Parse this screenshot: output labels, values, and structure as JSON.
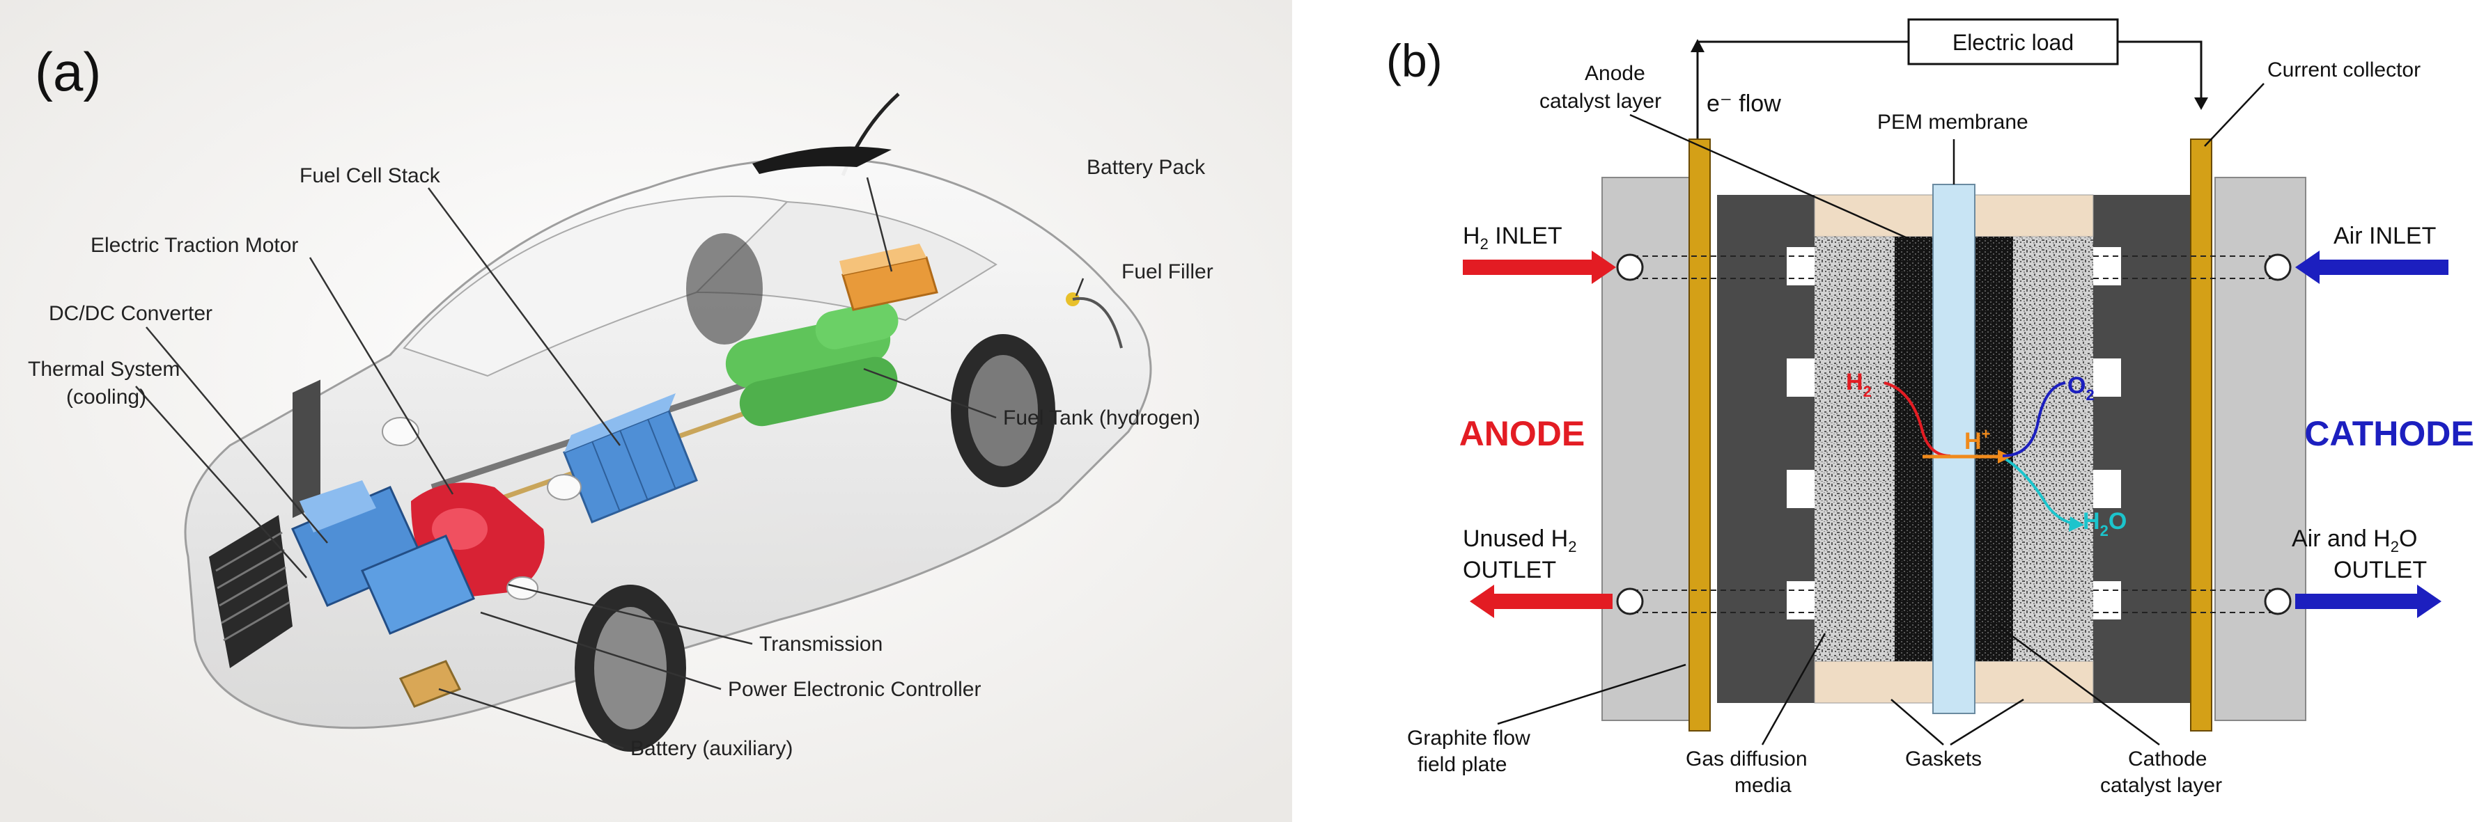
{
  "panel_a": {
    "label": "(a)",
    "callouts": {
      "fuel_cell_stack": "Fuel Cell Stack",
      "battery_pack": "Battery Pack",
      "electric_traction_motor": "Electric Traction Motor",
      "fuel_filler": "Fuel Filler",
      "dcdc_converter": "DC/DC Converter",
      "thermal_system": "Thermal System",
      "thermal_system_sub": "(cooling)",
      "fuel_tank": "Fuel Tank (hydrogen)",
      "transmission": "Transmission",
      "power_electronic_controller": "Power Electronic Controller",
      "battery_auxiliary": "Battery (auxiliary)"
    }
  },
  "panel_b": {
    "label": "(b)",
    "electric_load": "Electric load",
    "anode_catalyst_layer_1": "Anode",
    "anode_catalyst_layer_2": "catalyst layer",
    "e_flow": "e⁻ flow",
    "pem_membrane": "PEM membrane",
    "current_collector": "Current collector",
    "h2_inlet": {
      "main": "H",
      "sub": "2",
      "rest": " INLET"
    },
    "air_inlet": "Air INLET",
    "anode": "ANODE",
    "cathode": "CATHODE",
    "unused_h2": {
      "main": "Unused H",
      "sub": "2"
    },
    "outlet_left": "OUTLET",
    "air_h2o": {
      "main": "Air and H",
      "sub": "2",
      "rest": "O"
    },
    "outlet_right": "OUTLET",
    "species": {
      "h2": {
        "main": "H",
        "sub": "2"
      },
      "h_plus": {
        "main": "H",
        "sup": "+"
      },
      "o2": {
        "main": "O",
        "sub": "2"
      },
      "h2o": {
        "main": "H",
        "sub": "2",
        "rest": "O"
      }
    },
    "graphite_plate_1": "Graphite flow",
    "graphite_plate_2": "field plate",
    "gas_diffusion_1": "Gas diffusion",
    "gas_diffusion_2": "media",
    "gaskets": "Gaskets",
    "cathode_catalyst_1": "Cathode",
    "cathode_catalyst_2": "catalyst layer"
  },
  "colors": {
    "anode_red": "#e31c23",
    "cathode_blue": "#1c1fbf",
    "collector_gold": "#d4a017",
    "membrane": "#c8e4f4",
    "gasket": "#efdcc4",
    "plate_dark": "#4a4a4a",
    "plate_light": "#c8c8c8",
    "h_plus_orange": "#f08a1c",
    "h2o_cyan": "#1cc4cc",
    "battery_blue": "#4f8fd6",
    "tank_green": "#5fc45a",
    "controller_red": "#d82234",
    "battery_pack_orange": "#e89a3a"
  }
}
